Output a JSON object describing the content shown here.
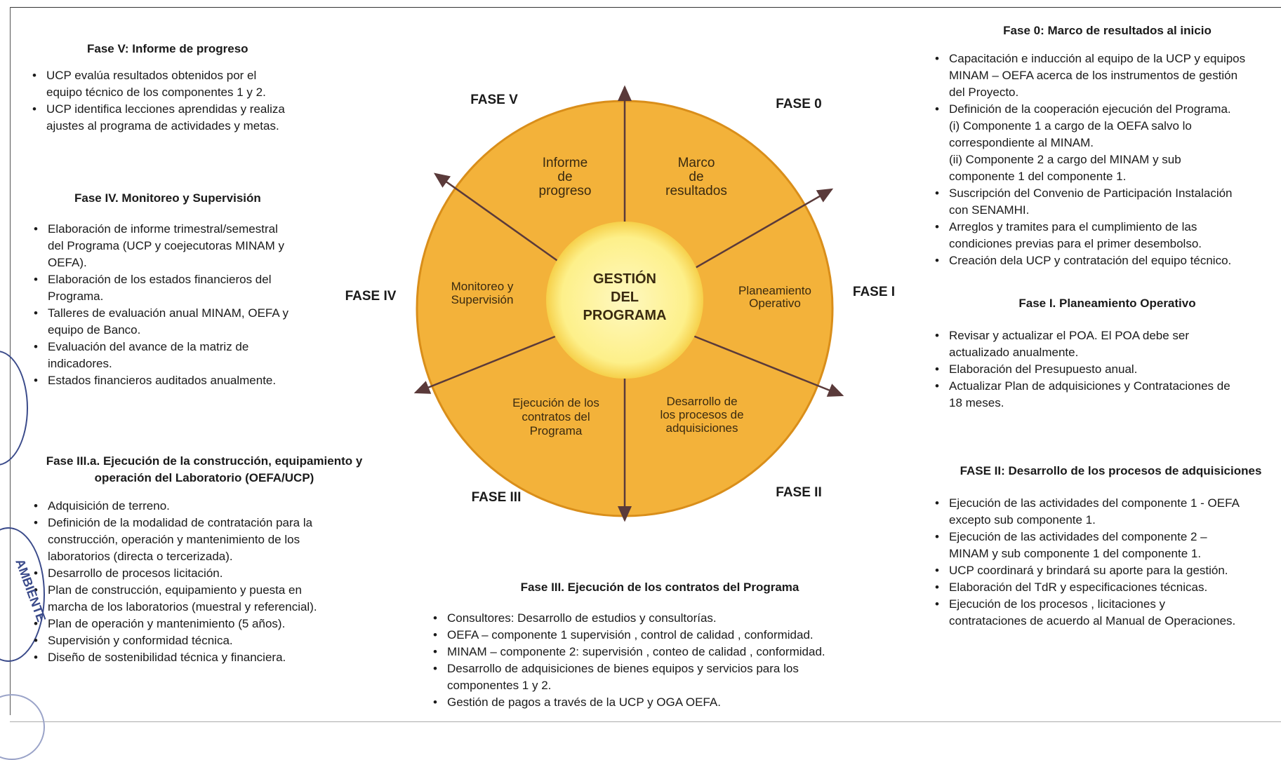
{
  "diagram": {
    "center": [
      "GESTIÓN",
      "DEL",
      "PROGRAMA"
    ],
    "segments": [
      {
        "lines": [
          "Informe",
          "de",
          "progreso"
        ]
      },
      {
        "lines": [
          "Marco",
          "de",
          "resultados"
        ]
      },
      {
        "lines": [
          "Planeamiento",
          "Operativo"
        ]
      },
      {
        "lines": [
          "Desarrollo de",
          "los procesos de",
          "adquisiciones"
        ]
      },
      {
        "lines": [
          "Ejecución de los",
          "contratos del",
          "Programa"
        ]
      },
      {
        "lines": [
          "Monitoreo y",
          "Supervisión"
        ]
      }
    ],
    "phase_labels": {
      "fase_v": "FASE V",
      "fase_0": "FASE 0",
      "fase_i": "FASE I",
      "fase_ii": "FASE II",
      "fase_iii": "FASE III",
      "fase_iv": "FASE IV"
    },
    "colors": {
      "ring": "#f3b23a",
      "ring_edge": "#d98e1a",
      "center": "#fdf08a",
      "center_glow": "#fff8c0",
      "arrow": "#5a3a3a"
    }
  },
  "panels": {
    "fase_v": {
      "title": "Fase V: Informe de progreso",
      "items": [
        "UCP evalúa resultados obtenidos por el\nequipo técnico de los componentes 1 y 2.",
        "UCP identifica lecciones aprendidas y realiza\najustes al programa de actividades y metas."
      ]
    },
    "fase_iv": {
      "title": "Fase IV. Monitoreo y Supervisión",
      "items": [
        "Elaboración de informe trimestral/semestral\ndel Programa (UCP y coejecutoras MINAM y\nOEFA).",
        "Elaboración de los estados financieros del\nPrograma.",
        "Talleres de evaluación anual MINAM, OEFA y\nequipo de Banco.",
        "Evaluación del avance de la matriz de\nindicadores.",
        "Estados financieros auditados anualmente."
      ]
    },
    "fase_iiia": {
      "title": "Fase III.a. Ejecución de la construcción, equipamiento y\noperación del Laboratorio  (OEFA/UCP)",
      "items": [
        "Adquisición de terreno.",
        "Definición de la modalidad de contratación para la\nconstrucción,  operación y mantenimiento de los\nlaboratorios (directa o tercerizada).",
        "Desarrollo de procesos licitación.",
        "Plan de construcción, equipamiento y puesta en\nmarcha de los laboratorios (muestral y referencial).",
        "Plan de operación y mantenimiento (5 años).",
        "Supervisión  y conformidad técnica.",
        "Diseño de sostenibilidad técnica y financiera."
      ]
    },
    "fase_iii": {
      "title": "Fase III. Ejecución de los contratos del Programa",
      "items": [
        "Consultores: Desarrollo de estudios y consultorías.",
        "OEFA – componente 1 supervisión , control de calidad , conformidad.",
        "MINAM – componente 2: supervisión , conteo de calidad , conformidad.",
        "Desarrollo de adquisiciones de bienes equipos y servicios para los\ncomponentes 1 y 2.",
        "Gestión de pagos a través de la UCP y OGA OEFA."
      ]
    },
    "fase_0": {
      "title": "Fase 0: Marco de resultados al inicio",
      "items": [
        "Capacitación e inducción al equipo de la UCP y equipos\nMINAM – OEFA acerca de los instrumentos de gestión\ndel Proyecto.",
        "Definición de la cooperación ejecución del Programa.\n(i) Componente 1 a cargo de la OEFA salvo lo\ncorrespondiente al MINAM.\n(ii) Componente 2 a cargo del MINAM y sub\ncomponente 1 del componente 1.",
        "Suscripción del Convenio de Participación Instalación\ncon SENAMHI.",
        "Arreglos y tramites para el cumplimiento de las\ncondiciones previas para el primer desembolso.",
        "Creación dela UCP y contratación del equipo técnico."
      ]
    },
    "fase_i": {
      "title": "Fase I. Planeamiento Operativo",
      "items": [
        "Revisar y actualizar el POA. El  POA debe ser\nactualizado  anualmente.",
        "Elaboración del Presupuesto anual.",
        "Actualizar Plan de adquisiciones y Contrataciones de\n18 meses."
      ]
    },
    "fase_ii": {
      "title": "FASE II: Desarrollo de los procesos de adquisiciones",
      "items": [
        "Ejecución de las actividades del componente 1 - OEFA\nexcepto sub componente 1.",
        "Ejecución de las actividades del componente 2 –\nMINAM y sub componente 1 del componente 1.",
        "UCP coordinará y brindará su aporte para la gestión.",
        "Elaboración del TdR y especificaciones técnicas.",
        "Ejecución de los procesos , licitaciones y\ncontrataciones de acuerdo al Manual de Operaciones."
      ]
    }
  },
  "stamps": {
    "text_1": "AMBIENTE"
  }
}
